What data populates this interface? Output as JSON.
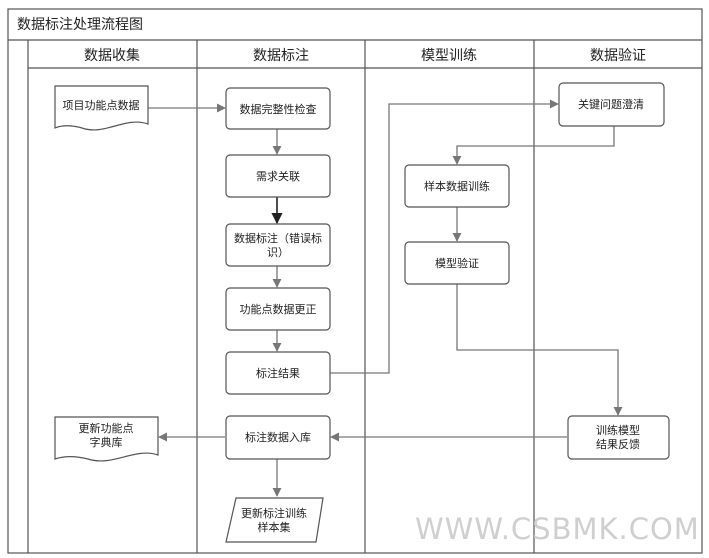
{
  "diagram": {
    "title": "数据标注处理流程图",
    "lanes": [
      {
        "id": "collect",
        "label": "数据收集"
      },
      {
        "id": "annotate",
        "label": "数据标注"
      },
      {
        "id": "train",
        "label": "模型训练"
      },
      {
        "id": "verify",
        "label": "数据验证"
      }
    ],
    "nodes": {
      "collect_doc": {
        "lines": [
          "项目功能点数据"
        ],
        "shape": "document"
      },
      "integrity_check": {
        "lines": [
          "数据完整性检查"
        ],
        "shape": "process"
      },
      "req_link": {
        "lines": [
          "需求关联"
        ],
        "shape": "process"
      },
      "label_fix": {
        "lines": [
          "数据标注（错误标",
          "识）"
        ],
        "shape": "process"
      },
      "fp_update": {
        "lines": [
          "功能点数据更正"
        ],
        "shape": "process"
      },
      "label_result": {
        "lines": [
          "标注结果"
        ],
        "shape": "process"
      },
      "label_store": {
        "lines": [
          "标注数据入库"
        ],
        "shape": "process"
      },
      "sample_train": {
        "lines": [
          "样本数据训练"
        ],
        "shape": "process"
      },
      "model_verify": {
        "lines": [
          "模型验证"
        ],
        "shape": "process"
      },
      "key_clarify": {
        "lines": [
          "关键问题澄清"
        ],
        "shape": "process"
      },
      "feedback": {
        "lines": [
          "训练模型",
          "结果反馈"
        ],
        "shape": "process"
      },
      "fp_dict": {
        "lines": [
          "更新功能点",
          "字典库"
        ],
        "shape": "document"
      },
      "sample_update": {
        "lines": [
          "更新标注训练",
          "样本集"
        ],
        "shape": "parallelogram"
      }
    }
  },
  "watermark": "WWW.CSBMK.COM",
  "colors": {
    "line": "#555555",
    "arrow": "#777777",
    "boldArrow": "#222222",
    "text": "#222222"
  }
}
